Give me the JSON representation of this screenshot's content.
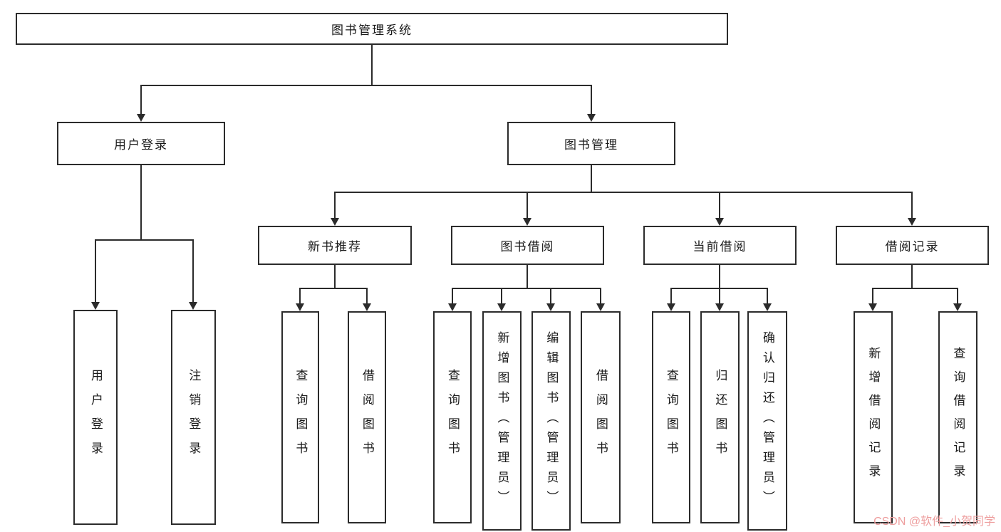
{
  "tree": {
    "root": {
      "label": "图书管理系统"
    },
    "children": [
      {
        "label": "用户登录",
        "leaves": [
          {
            "label": "用户登录"
          },
          {
            "label": "注销登录"
          }
        ]
      },
      {
        "label": "图书管理",
        "children": [
          {
            "label": "新书推荐",
            "leaves": [
              {
                "label": "查询图书"
              },
              {
                "label": "借阅图书"
              }
            ]
          },
          {
            "label": "图书借阅",
            "leaves": [
              {
                "label": "查询图书"
              },
              {
                "label": "新增图书（管理员）"
              },
              {
                "label": "编辑图书（管理员）"
              },
              {
                "label": "借阅图书"
              }
            ]
          },
          {
            "label": "当前借阅",
            "leaves": [
              {
                "label": "查询图书"
              },
              {
                "label": "归还图书"
              },
              {
                "label": "确认归还（管理员）"
              }
            ]
          },
          {
            "label": "借阅记录",
            "leaves": [
              {
                "label": "新增借阅记录"
              },
              {
                "label": "查询借阅记录"
              }
            ]
          }
        ]
      }
    ]
  },
  "watermark": "CSDN @软件_小贺同学",
  "colors": {
    "line": "#2b2b2b",
    "watermark": "#ee9e9e"
  }
}
